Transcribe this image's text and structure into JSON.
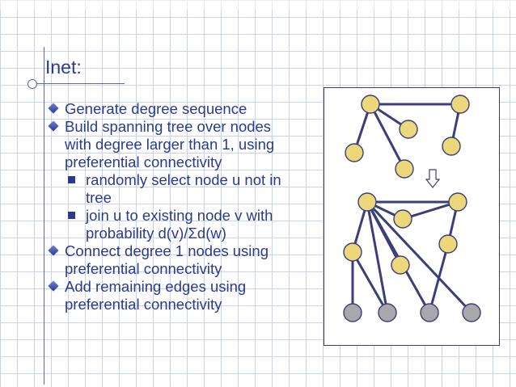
{
  "slide": {
    "title": "Inet:",
    "bullets": [
      {
        "text": "Generate degree sequence"
      },
      {
        "text": "Build spanning tree over nodes with degree larger than 1, using preferential connectivity",
        "lines": [
          "Build spanning tree over nodes",
          "with degree larger than 1, using",
          "preferential connectivity"
        ]
      },
      {
        "sub": [
          "randomly select node u not in",
          "tree"
        ]
      },
      {
        "sub": [
          "join u to existing node v with",
          "probability d(v)/Σd(w)"
        ]
      },
      {
        "lines": [
          "Connect degree 1 nodes using",
          "preferential connectivity"
        ]
      },
      {
        "lines": [
          "Add remaining edges using",
          "preferential connectivity"
        ]
      }
    ]
  },
  "diagram": {
    "arrow_icon": "down-arrow-icon",
    "colors": {
      "node_yellow": "#ecd87a",
      "node_gray": "#a8a8ac",
      "edge": "#3a3f7a",
      "node_stroke": "#3a3f7a"
    }
  }
}
